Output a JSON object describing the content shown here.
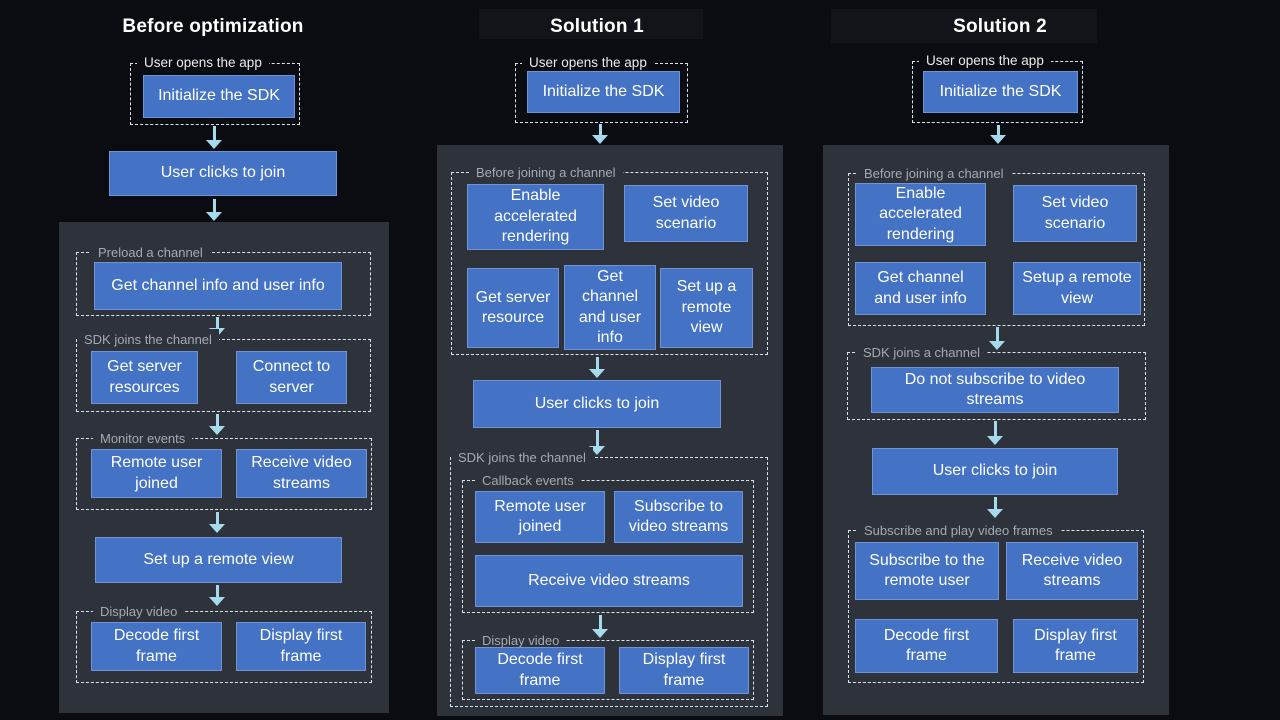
{
  "colors": {
    "background": "#0a0c11",
    "panel": "#2e333b",
    "box_fill": "#4472c4",
    "box_border": "#7093d4",
    "arrow": "#a6dbee",
    "dashed_border": "#d9e4ee",
    "group_label": "#a4aab2",
    "title": "#ffffff"
  },
  "columns": {
    "before": {
      "title": "Before optimization",
      "entry_label": "User opens the app",
      "steps": {
        "init": "Initialize the SDK",
        "join": "User clicks to join",
        "remote_view": "Set up a remote view"
      },
      "groups": {
        "preload": {
          "label": "Preload a channel",
          "boxes": [
            "Get channel info and user info"
          ]
        },
        "sdk_join": {
          "label": "SDK joins the channel",
          "boxes": [
            "Get server resources",
            "Connect to server"
          ]
        },
        "monitor": {
          "label": "Monitor events",
          "boxes": [
            "Remote user joined",
            "Receive video streams"
          ]
        },
        "display": {
          "label": "Display video",
          "boxes": [
            "Decode first frame",
            "Display first frame"
          ]
        }
      }
    },
    "solution1": {
      "title": "Solution 1",
      "entry_label": "User opens the app",
      "steps": {
        "init": "Initialize the SDK",
        "join": "User clicks to join"
      },
      "groups": {
        "before_join": {
          "label": "Before joining a channel",
          "boxes": [
            "Enable accelerated rendering",
            "Set video scenario",
            "Get server resource",
            "Get channel and user info",
            "Set up a remote view"
          ]
        },
        "sdk_join": {
          "label": "SDK joins the channel"
        },
        "callback": {
          "label": "Callback events",
          "boxes": [
            "Remote user joined",
            "Subscribe to video streams",
            "Receive video streams"
          ]
        },
        "display": {
          "label": "Display video",
          "boxes": [
            "Decode first frame",
            "Display first frame"
          ]
        }
      }
    },
    "solution2": {
      "title": "Solution 2",
      "entry_label": "User opens the app",
      "steps": {
        "init": "Initialize the SDK",
        "join": "User clicks to join"
      },
      "groups": {
        "before_join": {
          "label": "Before joining a channel",
          "boxes": [
            "Enable accelerated rendering",
            "Set video scenario",
            "Get channel and user info",
            "Setup a remote view"
          ]
        },
        "sdk_join": {
          "label": "SDK joins a channel",
          "boxes": [
            "Do not subscribe to video streams"
          ]
        },
        "subscribe_play": {
          "label": "Subscribe and play video frames",
          "boxes": [
            "Subscribe to the remote user",
            "Receive video streams",
            "Decode first frame",
            "Display first frame"
          ]
        }
      }
    }
  }
}
